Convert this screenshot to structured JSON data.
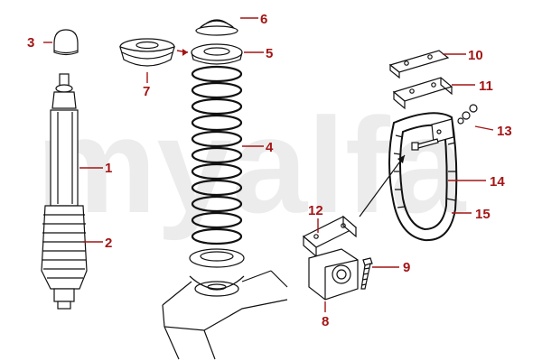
{
  "watermark": "myalfa",
  "callouts": [
    {
      "n": "1"
    },
    {
      "n": "2"
    },
    {
      "n": "3"
    },
    {
      "n": "4"
    },
    {
      "n": "5"
    },
    {
      "n": "6"
    },
    {
      "n": "7"
    },
    {
      "n": "8"
    },
    {
      "n": "9"
    },
    {
      "n": "10"
    },
    {
      "n": "11"
    },
    {
      "n": "12"
    },
    {
      "n": "13"
    },
    {
      "n": "14"
    },
    {
      "n": "15"
    }
  ],
  "colors": {
    "callout": "#a31515",
    "line_art": "#111111",
    "watermark": "#ececec"
  }
}
